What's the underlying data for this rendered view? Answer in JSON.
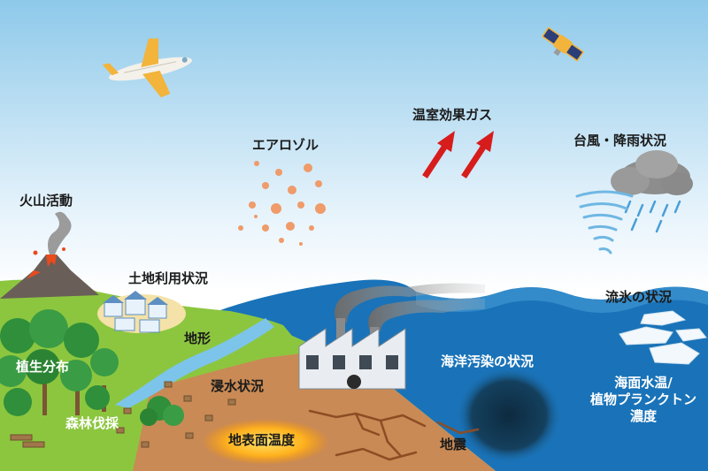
{
  "labels": {
    "ghg": "温室効果ガス",
    "aerosol": "エアロゾル",
    "typhoon": "台風・降雨状況",
    "volcano": "火山活動",
    "land_use": "土地利用状況",
    "terrain": "地形",
    "drift_ice": "流氷の状況",
    "marine_pollution": "海洋汚染の状況",
    "vegetation": "植生分布",
    "flooding": "浸水状況",
    "deforestation": "森林伐採",
    "surface_temp": "地表面温度",
    "earthquake": "地震",
    "sst_line1": "海面水温/",
    "sst_line2": "植物プランクトン",
    "sst_line3": "濃度"
  },
  "colors": {
    "sky_top": "#8ec9ea",
    "sky_bottom": "#ffffff",
    "sea": "#1a73b8",
    "ground": "#c98a55",
    "grass": "#8cc63f",
    "arrow": "#d71c1c"
  }
}
